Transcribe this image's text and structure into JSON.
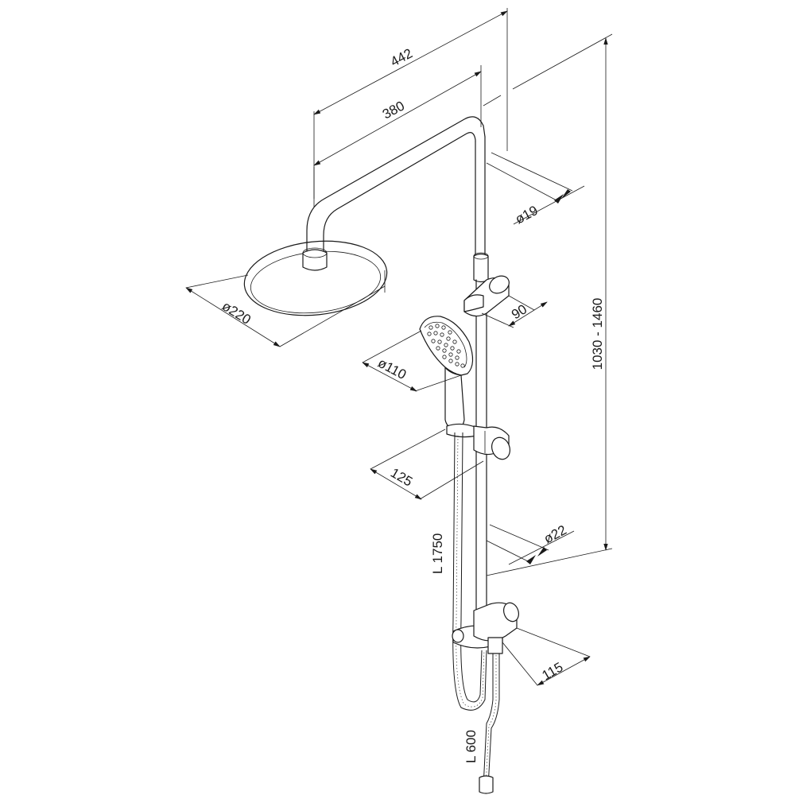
{
  "dimensions": {
    "arm_length_outer": "442",
    "arm_length_inner": "380",
    "pipe_diameter_top": "ø19",
    "rain_head_diameter": "ø220",
    "holder_size": "90",
    "total_height": "1030 - 1460",
    "hand_shower_diameter": "ø110",
    "hand_shower_offset": "125",
    "hose_length": "L 1750",
    "pipe_diameter_bottom": "ø22",
    "mixer_depth": "115",
    "inlet_hose_length": "L 600"
  },
  "colors": {
    "line": "#1a1a1a",
    "background": "#ffffff"
  }
}
